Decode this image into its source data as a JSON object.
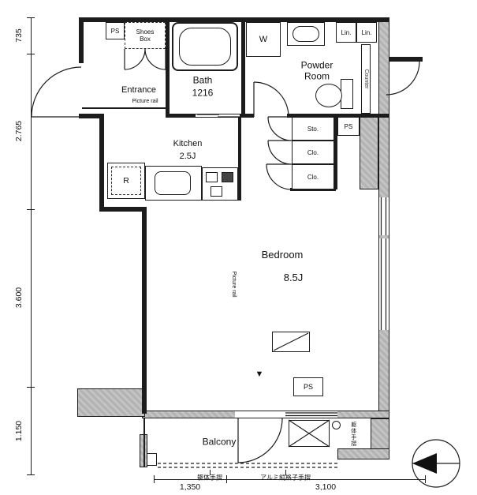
{
  "plan": {
    "rooms": {
      "entrance": {
        "label": "Entrance",
        "note": "Picture rail"
      },
      "bath": {
        "label": "Bath",
        "size": "1216"
      },
      "powder": {
        "line1": "Powder",
        "line2": "Room"
      },
      "kitchen": {
        "label": "Kitchen",
        "size": "2.5J"
      },
      "bedroom": {
        "label": "Bedroom",
        "size": "8.5J",
        "note": "Picture rail"
      },
      "balcony": {
        "label": "Balcony"
      }
    },
    "fixtures": {
      "ps1": "PS",
      "shoes1": "Shoes",
      "shoes2": "Box",
      "washer": "W",
      "lin1": "Lin.",
      "lin2": "Lin.",
      "counter": "Counter",
      "ps2": "PS",
      "sto": "Sto.",
      "clo1": "Clo.",
      "clo2": "Clo.",
      "fridge": "R",
      "ps3": "PS"
    },
    "annotations": {
      "rail_v": "躯体手摺",
      "rail_b1": "躯体手摺",
      "rail_b2": "アルミ縦格子手摺",
      "marker": "▼"
    },
    "dimensions": {
      "left": [
        "735",
        "2.765",
        "3.600",
        "1.150"
      ],
      "bottom": [
        "1,350",
        "3,100"
      ]
    },
    "colors": {
      "wall": "#1c1c1c",
      "concrete": "#b7b7b7"
    }
  }
}
